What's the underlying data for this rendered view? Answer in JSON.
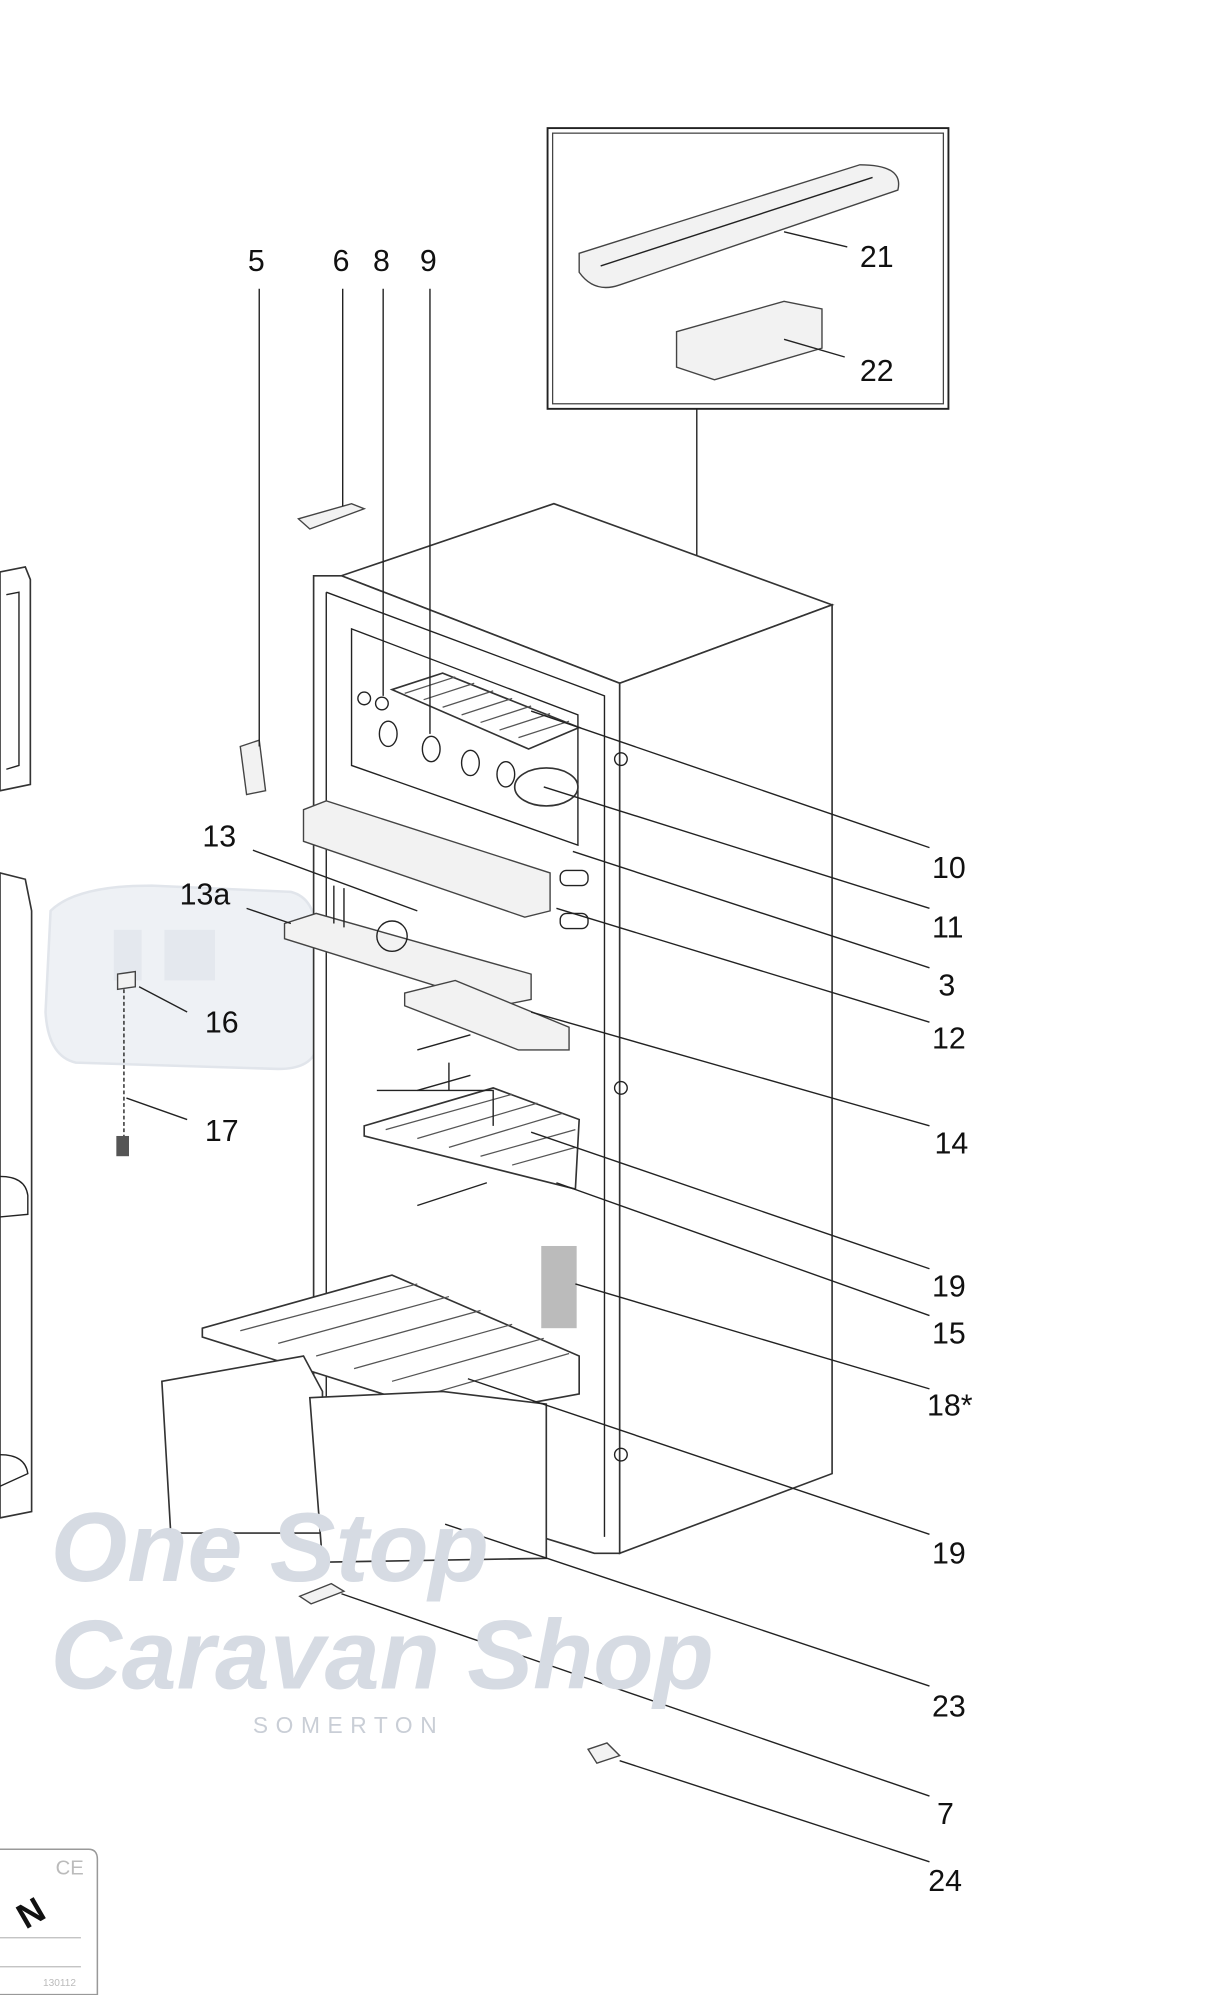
{
  "diagram": {
    "inset_labels": [
      "21",
      "22"
    ],
    "labels": {
      "l5": "5",
      "l6": "6",
      "l8": "8",
      "l9": "9",
      "l21": "21",
      "l22": "22",
      "l10": "10",
      "l11": "11",
      "l3": "3",
      "l12": "12",
      "l13": "13",
      "l13a": "13a",
      "l16": "16",
      "l17": "17",
      "l14": "14",
      "l19a": "19",
      "l15": "15",
      "l18": "18*",
      "l19b": "19",
      "l23": "23",
      "l7": "7",
      "l24": "24"
    }
  },
  "watermark": {
    "line1": "One Stop",
    "line2": "Caravan Shop",
    "location": "SOMERTON"
  },
  "badge": {
    "letter": "N",
    "mark": "CE",
    "code": "130112"
  }
}
